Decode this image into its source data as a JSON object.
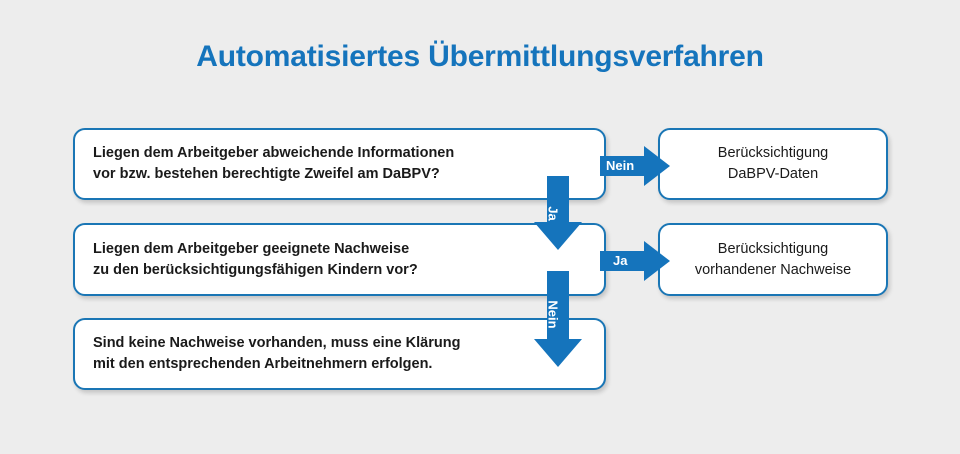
{
  "page": {
    "title": "Automatisiertes Übermittlungsverfahren",
    "background_color": "#ededed",
    "accent_color": "#1574bc",
    "box_border_color": "#1a76b5",
    "arrow_color": "#1574bc",
    "box_fill_color": "#ffffff",
    "text_color": "#1a1a1a"
  },
  "flow": {
    "left_boxes": [
      {
        "id": "question-dabpv-doubt",
        "text": "Liegen dem Arbeitgeber abweichende Informationen\nvor bzw. bestehen berechtigte Zweifel am DaBPV?"
      },
      {
        "id": "question-nachweise-kinder",
        "text": "Liegen dem Arbeitgeber geeignete Nachweise\nzu den berücksichtigungsfähigen Kindern vor?"
      },
      {
        "id": "result-klaerung-arbeitnehmer",
        "text": "Sind keine Nachweise vorhanden, muss eine Klärung\nmit den entsprechenden Arbeitnehmern erfolgen."
      }
    ],
    "right_boxes": [
      {
        "id": "result-dabpv-daten",
        "text": "Berücksichtigung\nDaBPV-Daten"
      },
      {
        "id": "result-vorhandene-nachweise",
        "text": "Berücksichtigung\nvorhandener Nachweise"
      }
    ],
    "arrows": [
      {
        "id": "arrow-nein-to-dabpv-daten",
        "label": "Nein",
        "direction": "right"
      },
      {
        "id": "arrow-ja-to-nachweise-frage",
        "label": "Ja",
        "direction": "down"
      },
      {
        "id": "arrow-ja-to-vorhandene-nachweise",
        "label": "Ja",
        "direction": "right"
      },
      {
        "id": "arrow-nein-to-klaerung",
        "label": "Nein",
        "direction": "down"
      }
    ]
  }
}
